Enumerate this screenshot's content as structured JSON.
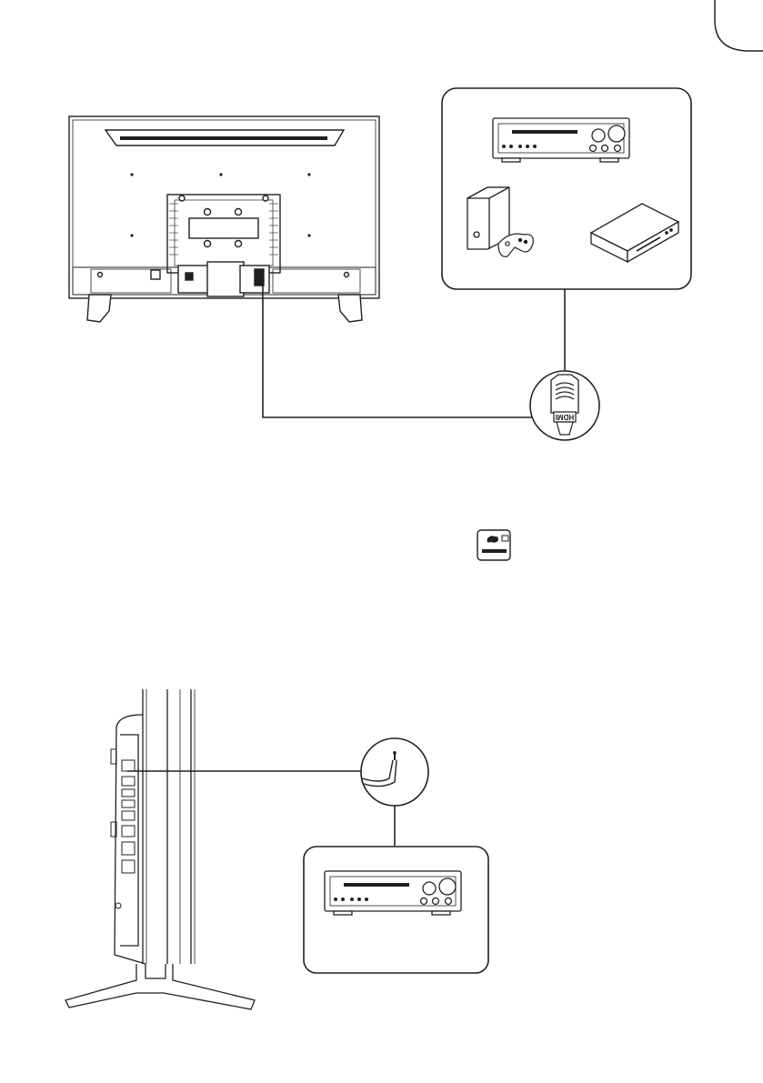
{
  "diagram": {
    "top": {
      "hdmi_plug_label": "HDMI",
      "source_devices": [
        "av-receiver",
        "game-console",
        "set-top-box"
      ]
    },
    "middle": {
      "input_icon": "game-input-icon"
    },
    "bottom": {
      "audio_device": "av-receiver"
    }
  },
  "colors": {
    "line": "#231f20",
    "fill": "#ffffff"
  }
}
